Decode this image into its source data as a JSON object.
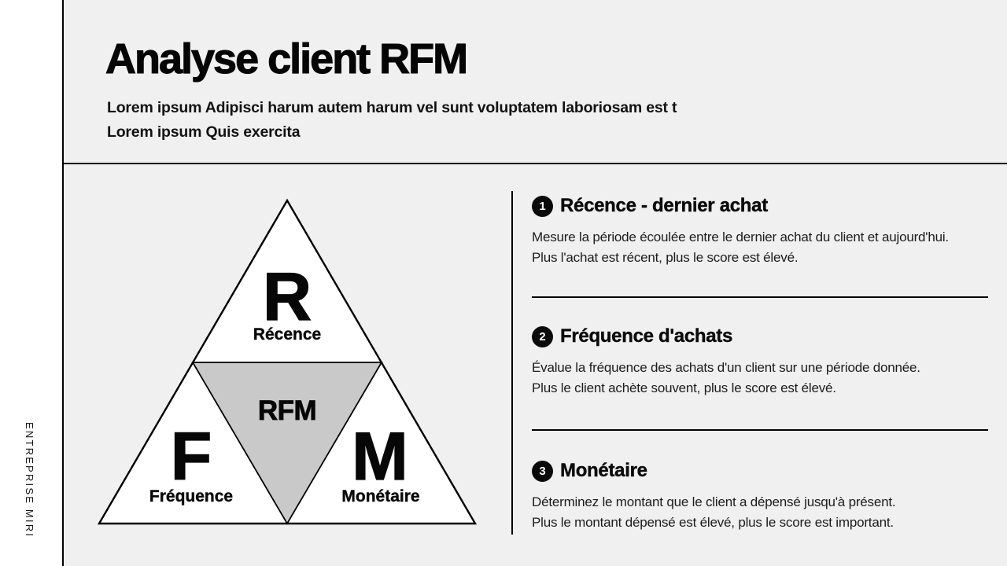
{
  "slide": {
    "sidebar_label": "ENTREPRISE MIRI",
    "title": "Analyse client RFM",
    "subtitle_line1": "Lorem ipsum Adipisci harum autem harum vel sunt voluptatem laboriosam est t",
    "subtitle_line2": "Lorem ipsum Quis exercita"
  },
  "colors": {
    "content_background": "#f0f0f0",
    "margin_background": "#ffffff",
    "line_black": "#000000",
    "pyramid_fill": "#ffffff",
    "pyramid_center_fill": "#c9c9c9"
  },
  "diagram": {
    "type": "rfm-pyramid",
    "center_label": "RFM",
    "segments": [
      {
        "letter": "R",
        "label": "Récence",
        "position": "top"
      },
      {
        "letter": "F",
        "label": "Fréquence",
        "position": "bottom-left"
      },
      {
        "letter": "M",
        "label": "Monétaire",
        "position": "bottom-right"
      }
    ]
  },
  "sections": [
    {
      "number": "1",
      "title": "Récence - dernier achat",
      "body_line1": "Mesure la période écoulée entre le dernier achat du client et aujourd'hui.",
      "body_line2": "Plus l'achat est récent, plus le score est élevé."
    },
    {
      "number": "2",
      "title": "Fréquence d'achats",
      "body_line1": "Évalue la fréquence des achats d'un client sur une période donnée.",
      "body_line2": "Plus le client achète souvent, plus le score est élevé."
    },
    {
      "number": "3",
      "title": "Monétaire",
      "body_line1": "Déterminez le montant que le client a dépensé jusqu'à présent.",
      "body_line2": "Plus le montant dépensé est élevé, plus le score est important."
    }
  ]
}
